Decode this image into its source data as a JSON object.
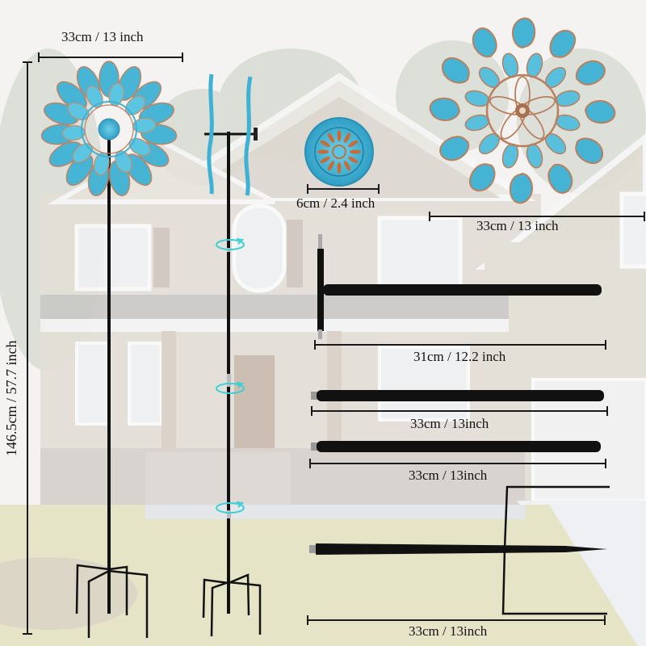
{
  "image": {
    "description": "Product dimension diagram for a blue/copper metal garden wind spinner with assembled stakes and individual parts",
    "background_scene": "washed-out suburban house with lawn",
    "colors": {
      "spinner_blue": "#3fb2d4",
      "spinner_copper": "#b98060",
      "pole_black": "#111111",
      "rotation_arrow": "#3ccfd6",
      "dimension_line": "#1a1a1a",
      "lawn": "#e4e2c4",
      "house_siding": "#e2ddd4"
    }
  },
  "dimensions": {
    "total_height": "146.5cm / 57.7 inch",
    "spinner_top_left_diameter": "33cm / 13 inch",
    "center_medallion": "6cm / 2.4 inch",
    "spinner_right_diameter": "33cm / 13 inch",
    "t_bar_arm": "31cm / 12.2 inch",
    "pole_section_1": "33cm / 13inch",
    "pole_section_2": "33cm / 13inch",
    "ground_stake": "33cm / 13inch"
  },
  "parts": [
    {
      "name": "Assembled spinner on 5-leg stake",
      "label": "146.5cm / 57.7 inch"
    },
    {
      "name": "Side view dual spinner on T-bar",
      "label": ""
    },
    {
      "name": "Center medallion",
      "label": "6cm / 2.4 inch"
    },
    {
      "name": "Large spinner wheel",
      "label": "33cm / 13 inch"
    },
    {
      "name": "T-bar top section",
      "label": "31cm / 12.2 inch"
    },
    {
      "name": "Pole section",
      "label": "33cm / 13inch"
    },
    {
      "name": "Pole section",
      "label": "33cm / 13inch"
    },
    {
      "name": "Ground stake with crossbar",
      "label": "33cm / 13inch"
    }
  ],
  "rotation_indicators": 3
}
